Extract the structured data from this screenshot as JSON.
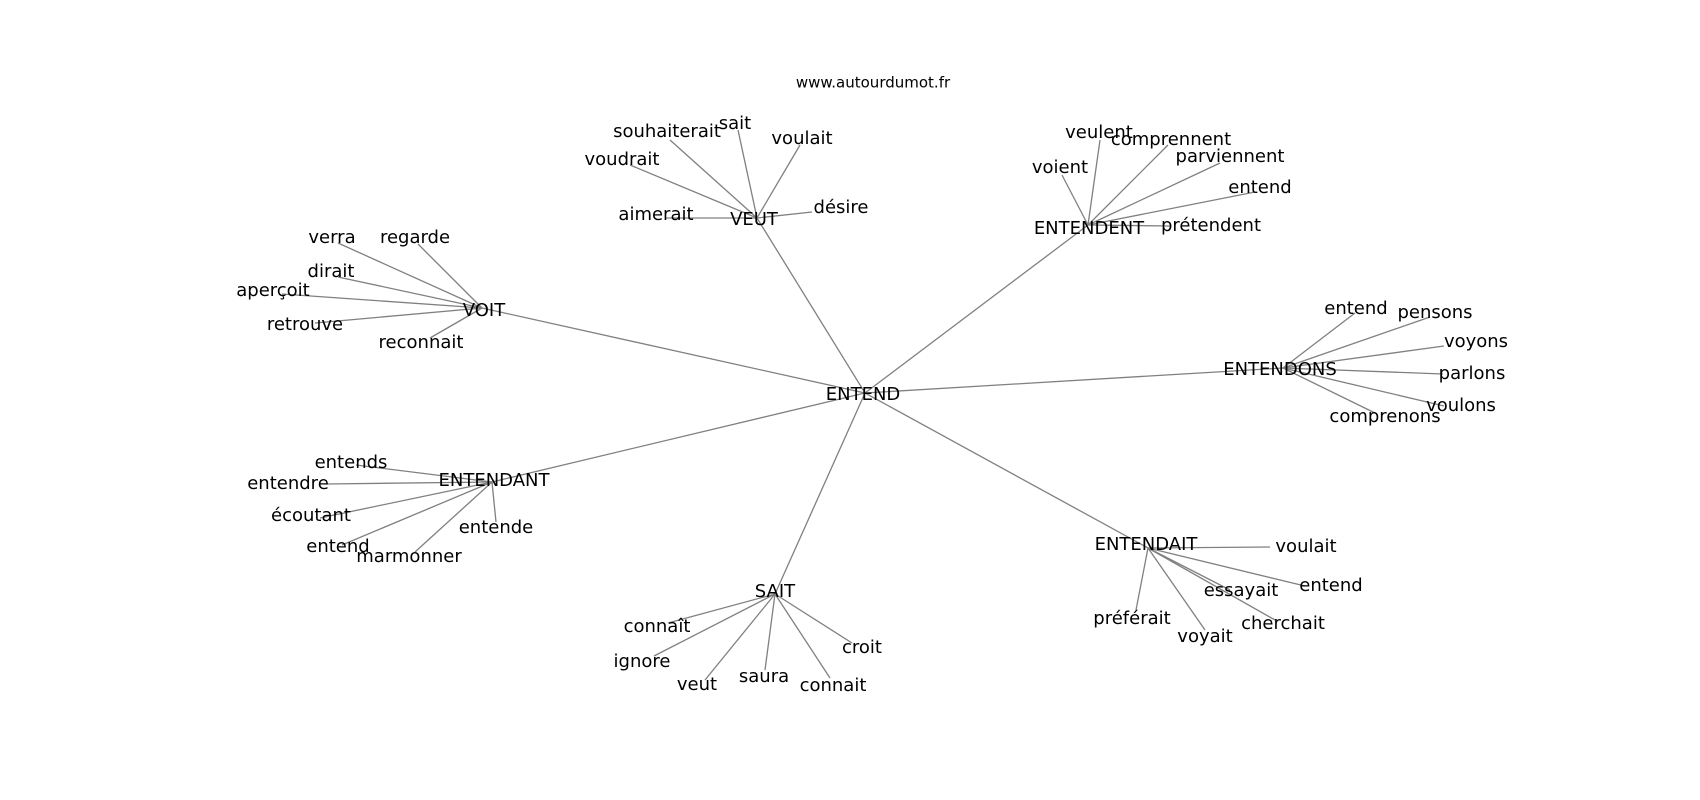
{
  "site": "www.autourdumot.fr",
  "graph": {
    "center": "ENTEND",
    "hubs": [
      {
        "id": "veut",
        "label": "VEUT",
        "leaves": [
          "souhaiterait",
          "sait",
          "voulait",
          "voudrait",
          "aimerait",
          "désire"
        ]
      },
      {
        "id": "entendent",
        "label": "ENTENDENT",
        "leaves": [
          "veulent",
          "comprennent",
          "voient",
          "parviennent",
          "entend",
          "prétendent"
        ]
      },
      {
        "id": "voit",
        "label": "VOIT",
        "leaves": [
          "verra",
          "regarde",
          "dirait",
          "aperçoit",
          "retrouve",
          "reconnait"
        ]
      },
      {
        "id": "entendons",
        "label": "ENTENDONS",
        "leaves": [
          "entend",
          "pensons",
          "voyons",
          "parlons",
          "voulons",
          "comprenons"
        ]
      },
      {
        "id": "entendant",
        "label": "ENTENDANT",
        "leaves": [
          "entends",
          "entendre",
          "écoutant",
          "entend",
          "marmonner",
          "entende"
        ]
      },
      {
        "id": "entendait",
        "label": "ENTENDAIT",
        "leaves": [
          "voulait",
          "entend",
          "essayait",
          "cherchait",
          "préférait",
          "voyait"
        ]
      },
      {
        "id": "sait",
        "label": "SAIT",
        "leaves": [
          "connaît",
          "ignore",
          "veut",
          "saura",
          "connait",
          "croit"
        ]
      }
    ]
  }
}
